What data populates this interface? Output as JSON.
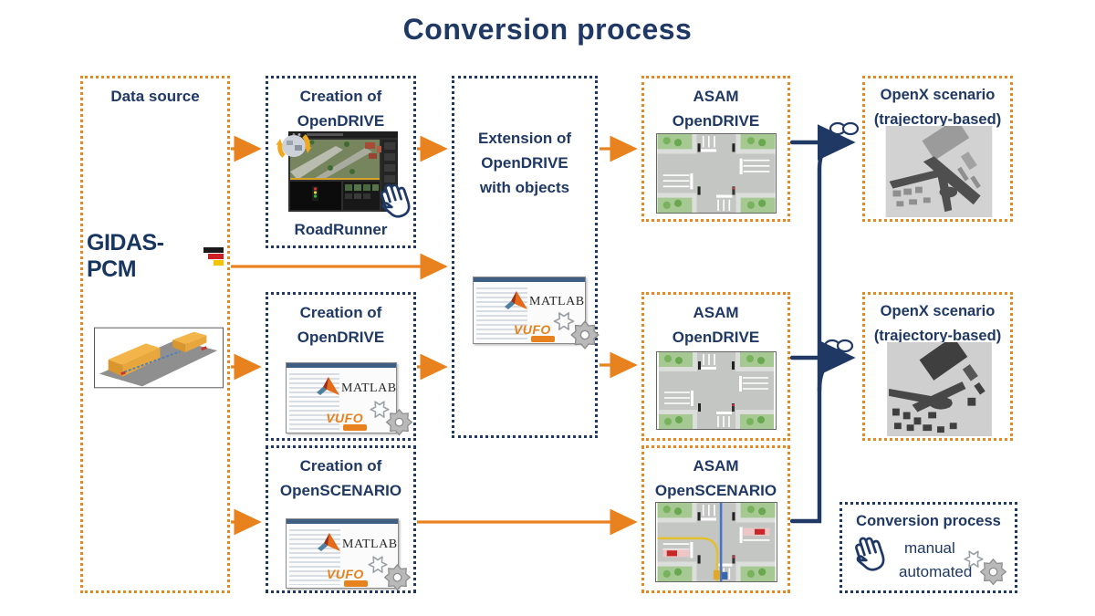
{
  "title": "Conversion process",
  "colors": {
    "navy": "#1f3864",
    "orange": "#e8871f"
  },
  "data_source": {
    "label": "Data source",
    "logo_text": "GIDAS-PCM"
  },
  "roadrunner_box": {
    "title_line1": "Creation of",
    "title_line2": "OpenDRIVE",
    "tool": "RoadRunner"
  },
  "extension_box": {
    "title_line1": "Extension of",
    "title_line2": "OpenDRIVE",
    "title_line3": "with objects"
  },
  "creation_opendrive_box": {
    "title_line1": "Creation of",
    "title_line2": "OpenDRIVE"
  },
  "creation_openscenario_box": {
    "title_line1": "Creation of",
    "title_line2": "OpenSCENARIO"
  },
  "asam_opendrive_box": {
    "title_line1": "ASAM",
    "title_line2": "OpenDRIVE"
  },
  "asam_openscenario_box": {
    "title_line1": "ASAM",
    "title_line2": "OpenSCENARIO"
  },
  "openx_box": {
    "title_line1": "OpenX scenario",
    "title_line2": "(trajectory-based)"
  },
  "legend": {
    "title": "Conversion process",
    "manual_label": "manual",
    "automated_label": "automated"
  },
  "matlab": {
    "wordmark": "MATLAB",
    "vufo": "VUFO"
  },
  "icons": {
    "manual": "hand-icon",
    "automated": "gears-icon",
    "link": "chain-link-icon",
    "roadrunner_logo": "circular-arrows-icon",
    "gidas_flag": "german-flag-icon"
  }
}
